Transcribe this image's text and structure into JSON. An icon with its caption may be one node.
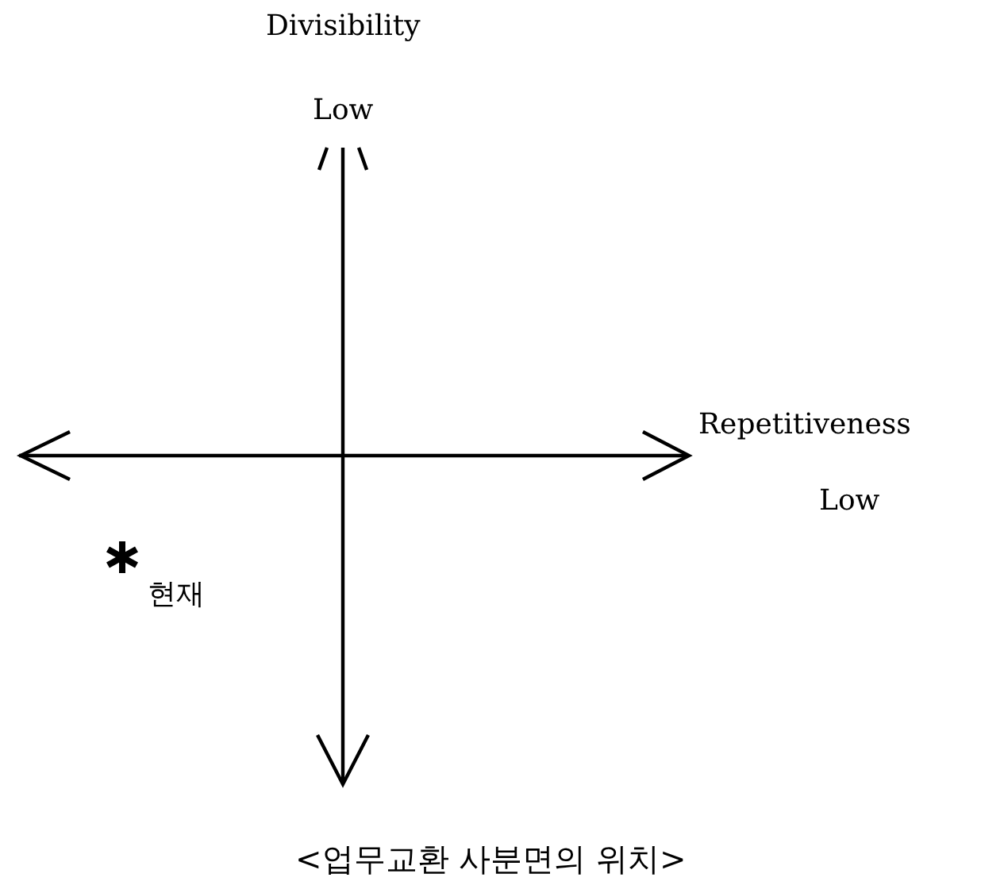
{
  "diagram": {
    "caption": "<업무교환 사분면의 위치>",
    "labels": [
      "Divisibility",
      "Low",
      "Repetitiveness",
      "Low",
      "현재"
    ]
  }
}
